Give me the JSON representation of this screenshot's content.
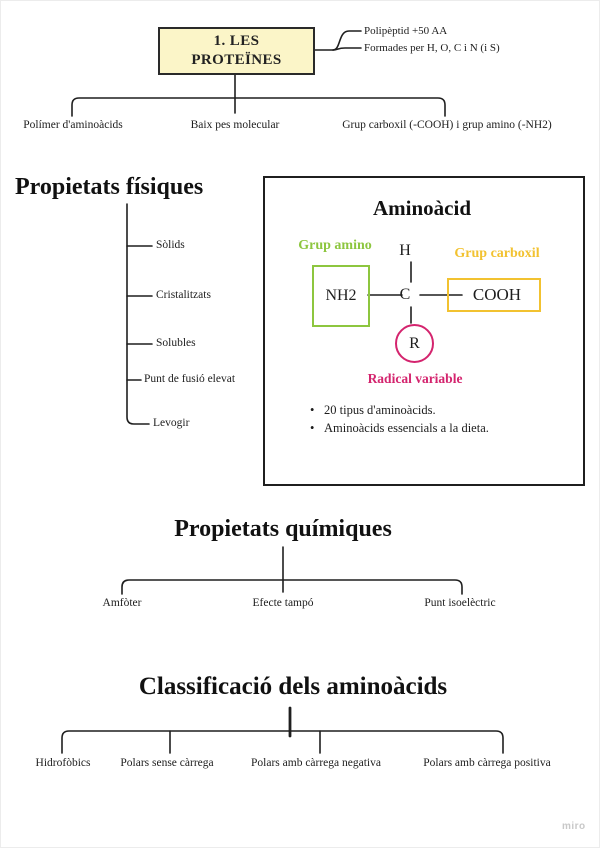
{
  "colors": {
    "green": "#8DC63F",
    "yellow": "#F2C230",
    "pink": "#D4246E",
    "root_fill": "#FBF5C8",
    "line": "#1f1f1f",
    "watermark": "#c8c8c8"
  },
  "root": {
    "title_line1": "1. LES",
    "title_line2": "PROTEÏNES",
    "notes": [
      "Polipèptid +50 AA",
      "Formades per H, O, C i N (i S)"
    ],
    "children": [
      "Polímer d'aminoàcids",
      "Baix pes molecular",
      "Grup carboxil (-COOH) i grup amino (-NH2)"
    ]
  },
  "physical": {
    "title": "Propietats físiques",
    "items": [
      "Sòlids",
      "Cristalitzats",
      "Solubles",
      "Punt de fusió elevat",
      "Levogir"
    ]
  },
  "aminoacid": {
    "title": "Aminoàcid",
    "amino_group_label": "Grup amino",
    "carboxil_group_label": "Grup carboxil",
    "hydrogen": "H",
    "carbon": "C",
    "amino_formula": "NH2",
    "carboxil_formula": "COOH",
    "radical": "R",
    "radical_label": "Radical variable",
    "bullets": [
      "20 tipus d'aminoàcids.",
      "Aminoàcids essencials a la dieta."
    ]
  },
  "chemical": {
    "title": "Propietats químiques",
    "items": [
      "Amfòter",
      "Efecte tampó",
      "Punt isoelèctric"
    ]
  },
  "classification": {
    "title": "Classificació dels aminoàcids",
    "items": [
      "Hidrofòbics",
      "Polars sense càrrega",
      "Polars amb càrrega negativa",
      "Polars amb càrrega positiva"
    ]
  },
  "watermark": "miro"
}
